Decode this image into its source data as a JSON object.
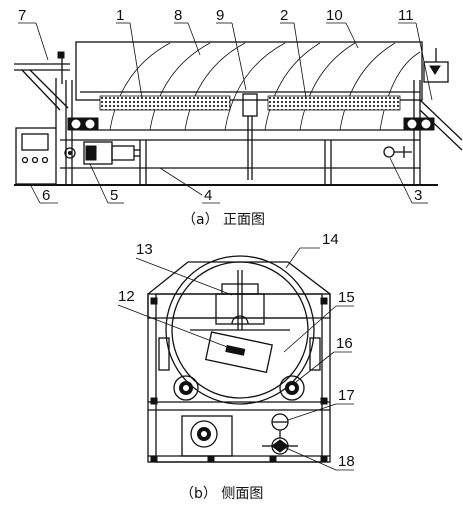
{
  "captions": {
    "front": "（a） 正面图",
    "side": "（b） 侧面图"
  },
  "callouts": {
    "front": [
      "1",
      "2",
      "3",
      "4",
      "5",
      "6",
      "7",
      "8",
      "9",
      "10",
      "11"
    ],
    "side": [
      "12",
      "13",
      "14",
      "15",
      "16",
      "17",
      "18"
    ]
  }
}
